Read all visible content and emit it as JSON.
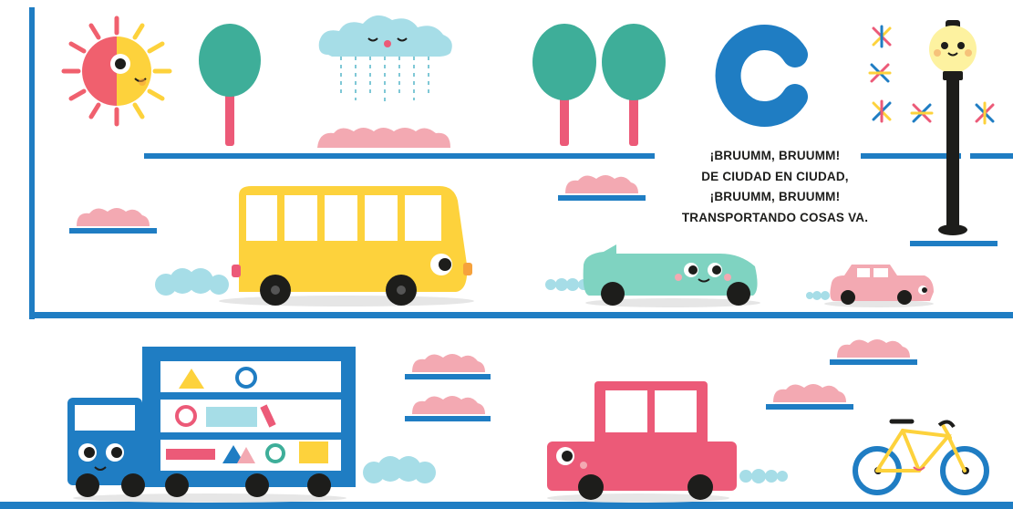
{
  "page": {
    "letter": "C",
    "verse": [
      "¡BRUUMM, BRUUMM!",
      "DE CIUDAD EN CIUDAD,",
      "¡BRUUMM, BRUUMM!",
      "TRANSPORTANDO COSAS VA."
    ]
  },
  "colors": {
    "road_blue": "#1f7dc3",
    "letter_blue": "#1f7dc3",
    "bus_yellow": "#fdd23c",
    "pink": "#ec5a78",
    "light_pink": "#f3a9b2",
    "mint": "#7fd3c1",
    "tree_green": "#3eae99",
    "cloud_blue": "#a6dde7",
    "sun_red": "#f0606e"
  },
  "icons": [
    "sun-icon",
    "cloud-icon",
    "tree-icon",
    "bush-icon",
    "street-lamp-icon",
    "sparkle-icon",
    "bus-icon",
    "taxi-icon",
    "small-car-icon",
    "truck-icon",
    "red-car-icon",
    "bicycle-icon",
    "exhaust-smoke-icon"
  ]
}
